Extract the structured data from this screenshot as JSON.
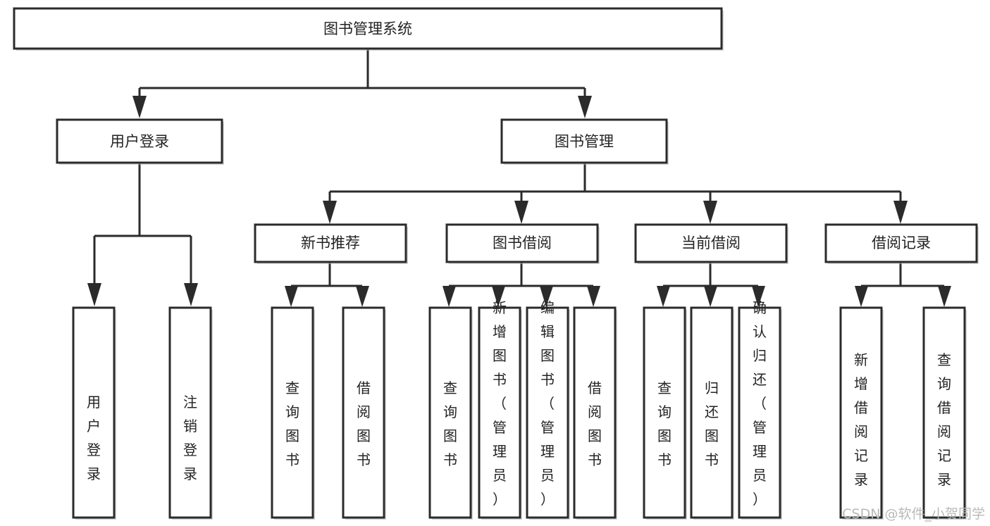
{
  "diagram": {
    "type": "tree-hierarchy",
    "title": "图书管理系统",
    "orientation": "top-down",
    "colors": {
      "box_stroke": "#2b2b2b",
      "box_fill": "#ffffff",
      "connector": "#2b2b2b",
      "text": "#232323",
      "watermark": "#b9b9b9",
      "background": "#ffffff"
    },
    "root": {
      "label": "图书管理系统",
      "name": "node-root-system"
    },
    "level2": [
      {
        "label": "用户登录",
        "name": "node-user-login"
      },
      {
        "label": "图书管理",
        "name": "node-book-management"
      }
    ],
    "level3": [
      {
        "label": "新书推荐",
        "name": "node-new-book-recommend"
      },
      {
        "label": "图书借阅",
        "name": "node-book-borrow"
      },
      {
        "label": "当前借阅",
        "name": "node-current-borrow"
      },
      {
        "label": "借阅记录",
        "name": "node-borrow-record"
      }
    ],
    "leaves": {
      "user_login": [
        {
          "label": "用户登录",
          "name": "leaf-user-login"
        },
        {
          "label": "注销登录",
          "name": "leaf-logout"
        }
      ],
      "new_book_recommend": [
        {
          "label": "查询图书",
          "name": "leaf-query-book-recommend"
        },
        {
          "label": "借阅图书",
          "name": "leaf-borrow-book-recommend"
        }
      ],
      "book_borrow": [
        {
          "label": "查询图书",
          "name": "leaf-query-book-borrow"
        },
        {
          "label": "新增图书（管理员）",
          "name": "leaf-add-book-admin"
        },
        {
          "label": "编辑图书（管理员）",
          "name": "leaf-edit-book-admin"
        },
        {
          "label": "借阅图书",
          "name": "leaf-borrow-book"
        }
      ],
      "current_borrow": [
        {
          "label": "查询图书",
          "name": "leaf-query-book-current"
        },
        {
          "label": "归还图书",
          "name": "leaf-return-book"
        },
        {
          "label": "确认归还（管理员）",
          "name": "leaf-confirm-return-admin"
        }
      ],
      "borrow_record": [
        {
          "label": "新增借阅记录",
          "name": "leaf-add-borrow-record"
        },
        {
          "label": "查询借阅记录",
          "name": "leaf-query-borrow-record"
        }
      ]
    },
    "watermark": "CSDN @软件_小贺同学"
  }
}
